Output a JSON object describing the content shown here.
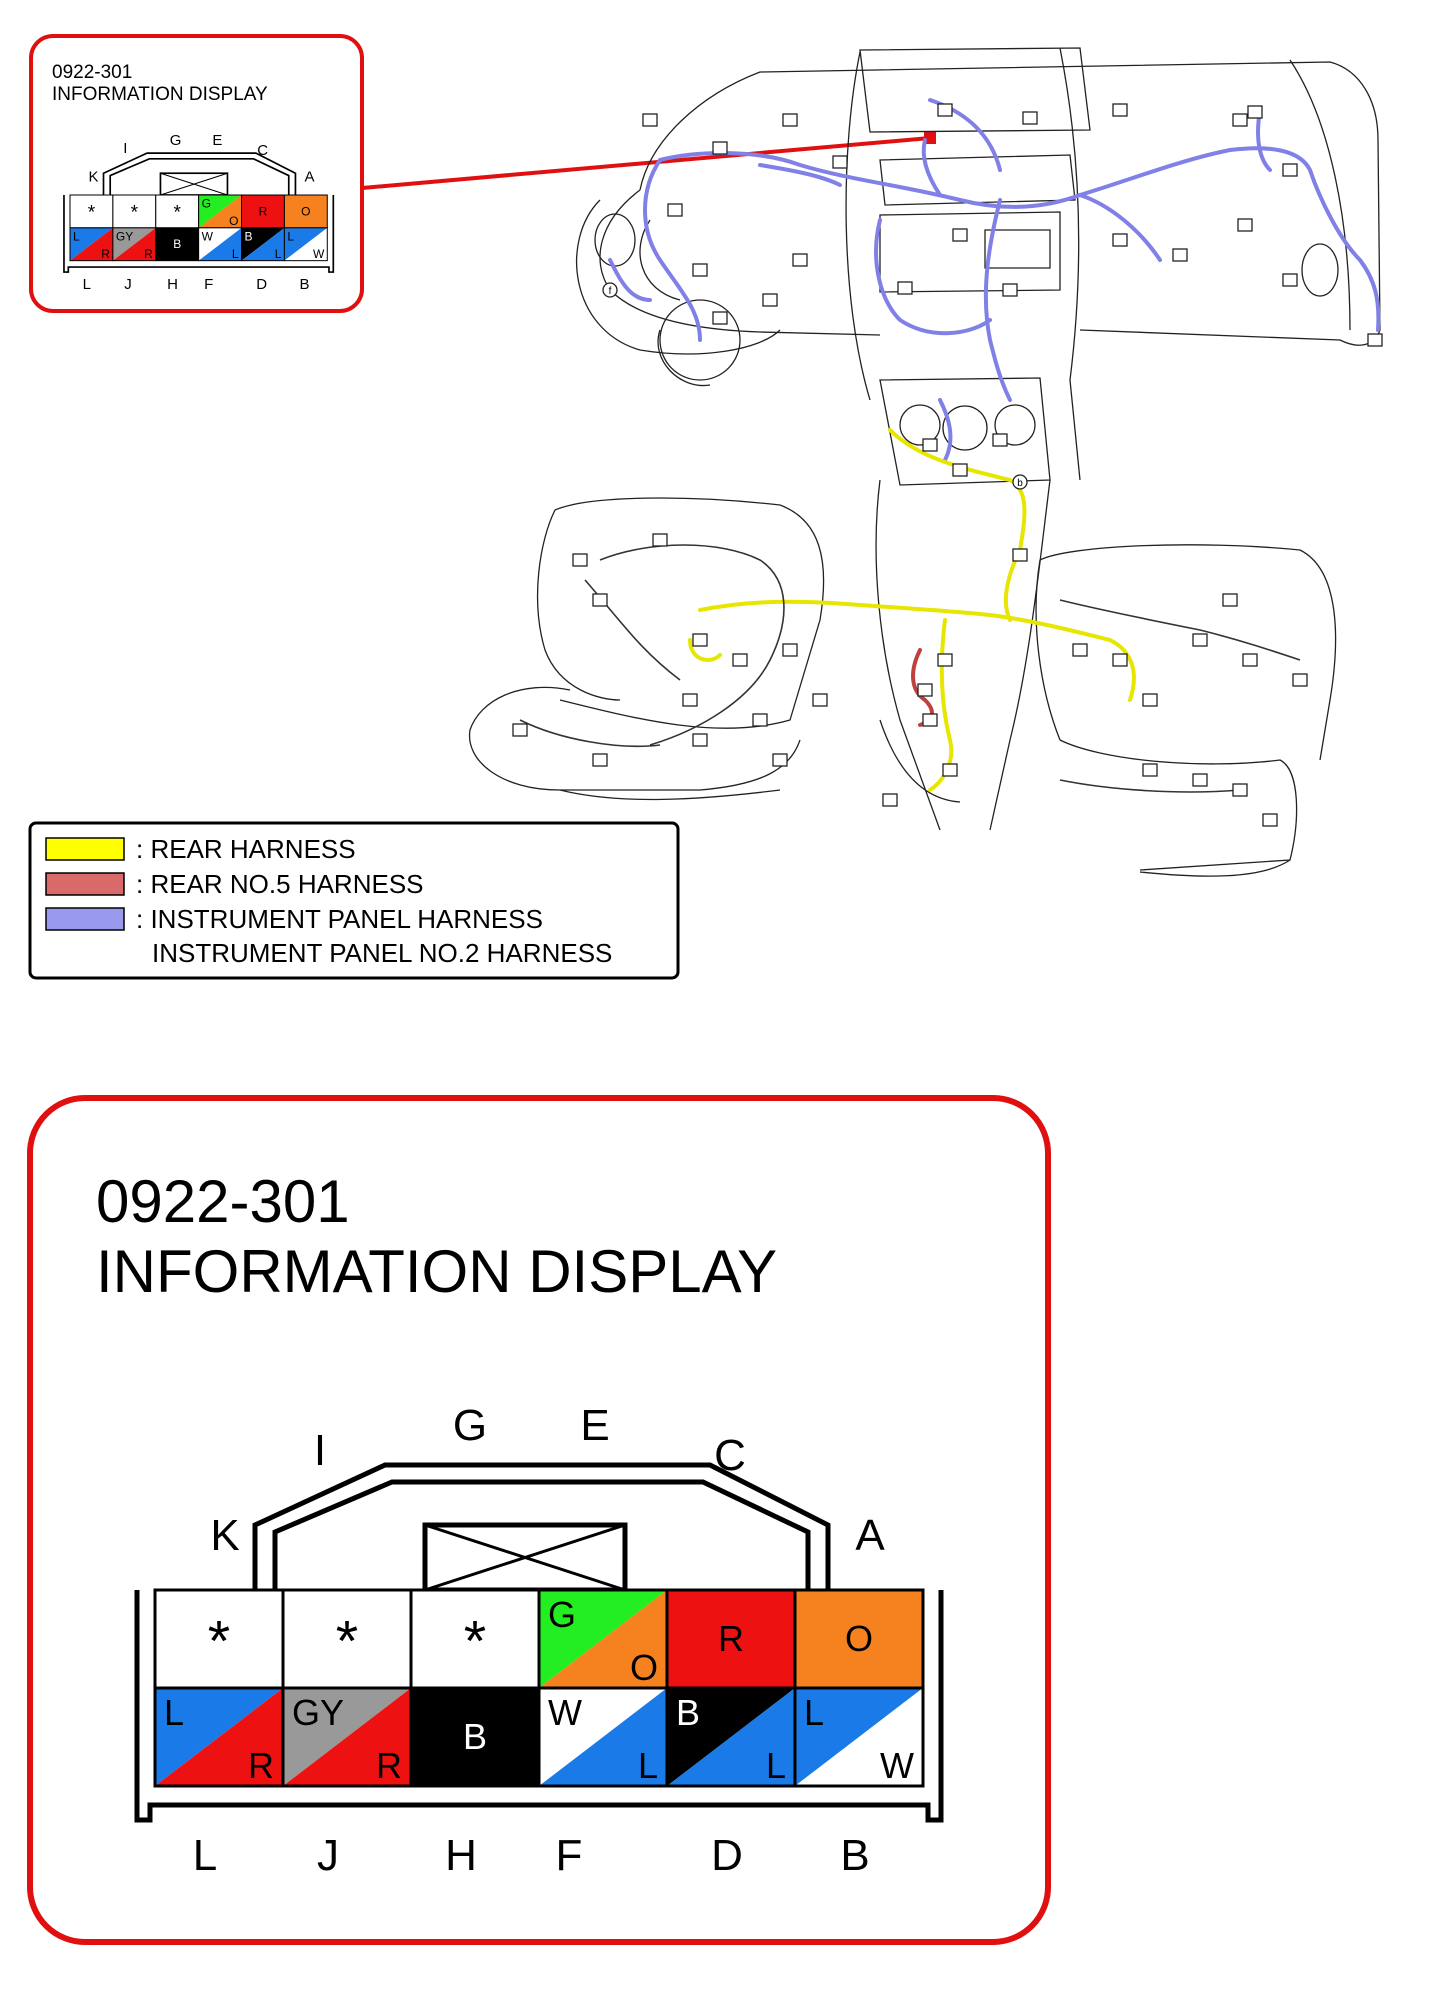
{
  "connector": {
    "part_number": "0922-301",
    "name": "INFORMATION DISPLAY",
    "top_pin_labels": [
      "K",
      "I",
      "G",
      "E",
      "C",
      "A"
    ],
    "bottom_pin_labels": [
      "L",
      "J",
      "H",
      "F",
      "D",
      "B"
    ],
    "top_row": [
      {
        "pin": "K",
        "mark": "*",
        "colors": [
          "#ffffff"
        ]
      },
      {
        "pin": "I",
        "mark": "*",
        "colors": [
          "#ffffff"
        ]
      },
      {
        "pin": "G",
        "mark": "*",
        "colors": [
          "#ffffff"
        ]
      },
      {
        "pin": "E",
        "tl": "G",
        "br": "O",
        "colors": [
          "#22ee22",
          "#f5821f"
        ]
      },
      {
        "pin": "C",
        "label": "R",
        "colors": [
          "#ee1111"
        ]
      },
      {
        "pin": "A",
        "label": "O",
        "colors": [
          "#f5821f"
        ]
      }
    ],
    "bottom_row": [
      {
        "pin": "L",
        "tl": "L",
        "br": "R",
        "colors": [
          "#1a7ae8",
          "#ee1111"
        ]
      },
      {
        "pin": "J",
        "tl": "GY",
        "br": "R",
        "colors": [
          "#999999",
          "#ee1111"
        ]
      },
      {
        "pin": "H",
        "label": "B",
        "colors": [
          "#000000"
        ]
      },
      {
        "pin": "F",
        "tl": "W",
        "br": "L",
        "colors": [
          "#ffffff",
          "#1a7ae8"
        ]
      },
      {
        "pin": "D",
        "tl": "B",
        "br": "L",
        "colors": [
          "#000000",
          "#1a7ae8"
        ]
      },
      {
        "pin": "B",
        "tl": "L",
        "br": "W",
        "colors": [
          "#1a7ae8",
          "#ffffff"
        ]
      }
    ]
  },
  "legend": {
    "items": [
      {
        "label": ": REAR HARNESS",
        "color": "#ffff00"
      },
      {
        "label": ": REAR NO.5 HARNESS",
        "color": "#d96a6a"
      },
      {
        "label": ": INSTRUMENT PANEL HARNESS",
        "color": "#9999ee"
      }
    ],
    "continuation": "INSTRUMENT PANEL NO.2 HARNESS"
  },
  "diagram_markers": {
    "f": "f",
    "b": "b"
  },
  "colors": {
    "frame": "#e01010",
    "pointer": "#e01010"
  }
}
